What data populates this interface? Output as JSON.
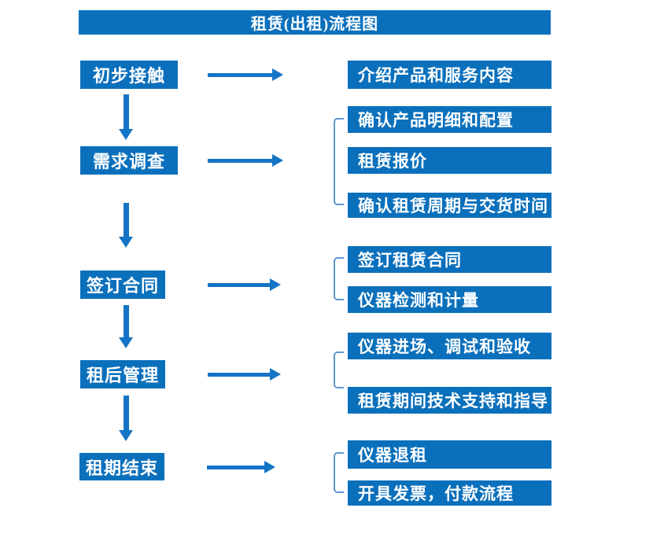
{
  "title": "租赁(出租)流程图",
  "colors": {
    "box_fill": "#0b70bc",
    "arrow": "#1474c6",
    "bracket": "#5e96cf",
    "text": "#ffffff",
    "background": "#ffffff"
  },
  "flow": [
    {
      "step": "初步接触",
      "outputs": [
        "介绍产品和服务内容"
      ]
    },
    {
      "step": "需求调查",
      "outputs": [
        "确认产品明细和配置",
        "租赁报价",
        "确认租赁周期与交货时间"
      ]
    },
    {
      "step": "签订合同",
      "outputs": [
        "签订租赁合同",
        "仪器检测和计量"
      ]
    },
    {
      "step": "租后管理",
      "outputs": [
        "仪器进场、调试和验收",
        "租赁期间技术支持和指导"
      ]
    },
    {
      "step": "租期结束",
      "outputs": [
        "仪器退租",
        "开具发票，付款流程"
      ]
    }
  ]
}
